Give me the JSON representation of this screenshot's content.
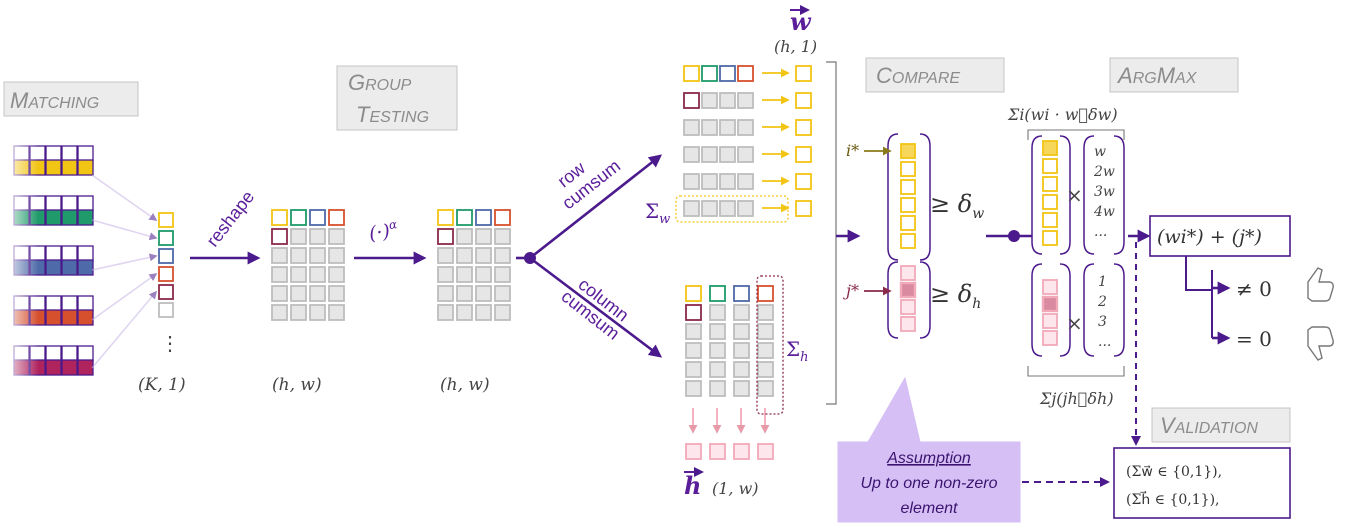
{
  "colors": {
    "accent": "#4b1a8c",
    "yellow": "#f2c413",
    "green": "#1f9a6a",
    "blue": "#4f6aa8",
    "red": "#d6502e",
    "crimson": "#b0245e",
    "maroon": "#8a2a4a",
    "pink": "#f2a9b8",
    "gray": "#bdbdbd"
  },
  "stages": {
    "matching": {
      "first": "M",
      "rest": "ATCHING"
    },
    "group_testing": {
      "first1": "G",
      "rest1": "ROUP",
      "first2": "T",
      "rest2": "ESTING"
    },
    "compare": {
      "first": "C",
      "rest": "OMPARE"
    },
    "argmax": {
      "first": "A",
      "rest1": "RG",
      "first2": "M",
      "rest2": "AX"
    },
    "validation": {
      "first": "V",
      "rest": "ALIDATION"
    }
  },
  "shapes": {
    "k1": "(K, 1)",
    "hw1": "(h, w)",
    "hw2": "(h, w)",
    "h1": "(h, 1)",
    "one_w": "(1, w)"
  },
  "ops": {
    "reshape": "reshape",
    "power": "(·)",
    "power_exp": "α",
    "row1": "row",
    "row2": "cumsum",
    "col1": "column",
    "col2": "cumsum"
  },
  "vectors": {
    "w": "w",
    "h": "h",
    "sigma_w": "Σ",
    "sigma_w_sub": "w",
    "sigma_h": "Σ",
    "sigma_h_sub": "h",
    "i_star": "i*",
    "j_star": "j*"
  },
  "compare": {
    "geq_w": "≥ δ",
    "geq_w_sub": "w",
    "geq_h": "≥ δ",
    "geq_h_sub": "h"
  },
  "argmax": {
    "sum_top": "Σi(wi · w⃗δw)",
    "sum_bottom": "Σj(jh⃗δh)",
    "w_multipliers": [
      "w",
      "2w",
      "3w",
      "4w",
      "..."
    ],
    "h_multipliers": [
      "1",
      "2",
      "3",
      "..."
    ],
    "times": "×",
    "result": "(wi*) + (j*)",
    "neq": "≠ 0",
    "eq": "= 0"
  },
  "assumption": {
    "title": "Assumption",
    "line1": "Up to one non-zero",
    "line2": "element"
  },
  "validation": {
    "line1": "(Σw⃗ ∈ {0,1}),",
    "line2": "(Σh⃗ ∈ {0,1}),"
  },
  "vdots": "⋮"
}
